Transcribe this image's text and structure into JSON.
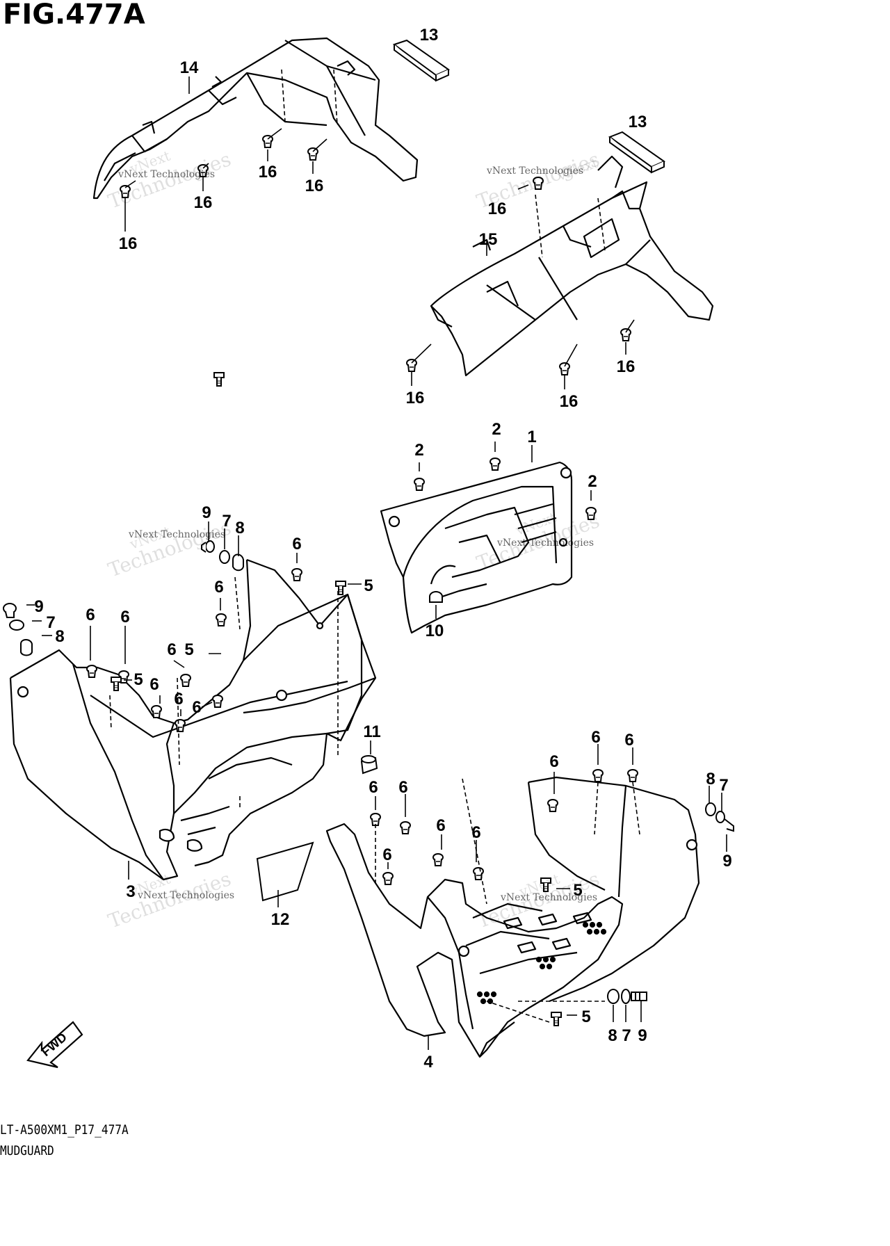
{
  "figure": {
    "title": "FIG.477A",
    "code": "LT-A500XM1_P17_477A",
    "section": "MUDGUARD"
  },
  "fwd_label": "FWD",
  "watermark": {
    "line1": "vNext",
    "line2": "vNext Technologies",
    "line3": "Technologies"
  },
  "callouts": [
    {
      "id": "c13a",
      "text": "13"
    },
    {
      "id": "c14",
      "text": "14"
    },
    {
      "id": "c16a",
      "text": "16"
    },
    {
      "id": "c16b",
      "text": "16"
    },
    {
      "id": "c16c",
      "text": "16"
    },
    {
      "id": "c16d",
      "text": "16"
    },
    {
      "id": "c13b",
      "text": "13"
    },
    {
      "id": "c16e",
      "text": "16"
    },
    {
      "id": "c15",
      "text": "15"
    },
    {
      "id": "c16f",
      "text": "16"
    },
    {
      "id": "c16g",
      "text": "16"
    },
    {
      "id": "c16h",
      "text": "16"
    },
    {
      "id": "c2a",
      "text": "2"
    },
    {
      "id": "c2b",
      "text": "2"
    },
    {
      "id": "c1",
      "text": "1"
    },
    {
      "id": "c2c",
      "text": "2"
    },
    {
      "id": "c10",
      "text": "10"
    },
    {
      "id": "c9a",
      "text": "9"
    },
    {
      "id": "c7a",
      "text": "7"
    },
    {
      "id": "c8a",
      "text": "8"
    },
    {
      "id": "c6a",
      "text": "6"
    },
    {
      "id": "c6b",
      "text": "6"
    },
    {
      "id": "c5a",
      "text": "5"
    },
    {
      "id": "c9b",
      "text": "9"
    },
    {
      "id": "c7b",
      "text": "7"
    },
    {
      "id": "c8b",
      "text": "8"
    },
    {
      "id": "c6c",
      "text": "6"
    },
    {
      "id": "c6d",
      "text": "6"
    },
    {
      "id": "c6e",
      "text": "6"
    },
    {
      "id": "c5b",
      "text": "5"
    },
    {
      "id": "c5c",
      "text": "5"
    },
    {
      "id": "c6f",
      "text": "6"
    },
    {
      "id": "c6g",
      "text": "6"
    },
    {
      "id": "c6h",
      "text": "6"
    },
    {
      "id": "c11",
      "text": "11"
    },
    {
      "id": "c3",
      "text": "3"
    },
    {
      "id": "c12",
      "text": "12"
    },
    {
      "id": "c6i",
      "text": "6"
    },
    {
      "id": "c6j",
      "text": "6"
    },
    {
      "id": "c6k",
      "text": "6"
    },
    {
      "id": "c6l",
      "text": "6"
    },
    {
      "id": "c6m",
      "text": "6"
    },
    {
      "id": "c6n",
      "text": "6"
    },
    {
      "id": "c6o",
      "text": "6"
    },
    {
      "id": "c6p",
      "text": "6"
    },
    {
      "id": "c8c",
      "text": "8"
    },
    {
      "id": "c7c",
      "text": "7"
    },
    {
      "id": "c9c",
      "text": "9"
    },
    {
      "id": "c5d",
      "text": "5"
    },
    {
      "id": "c5e",
      "text": "5"
    },
    {
      "id": "c8d",
      "text": "8"
    },
    {
      "id": "c7d",
      "text": "7"
    },
    {
      "id": "c9d",
      "text": "9"
    },
    {
      "id": "c4",
      "text": "4"
    }
  ]
}
